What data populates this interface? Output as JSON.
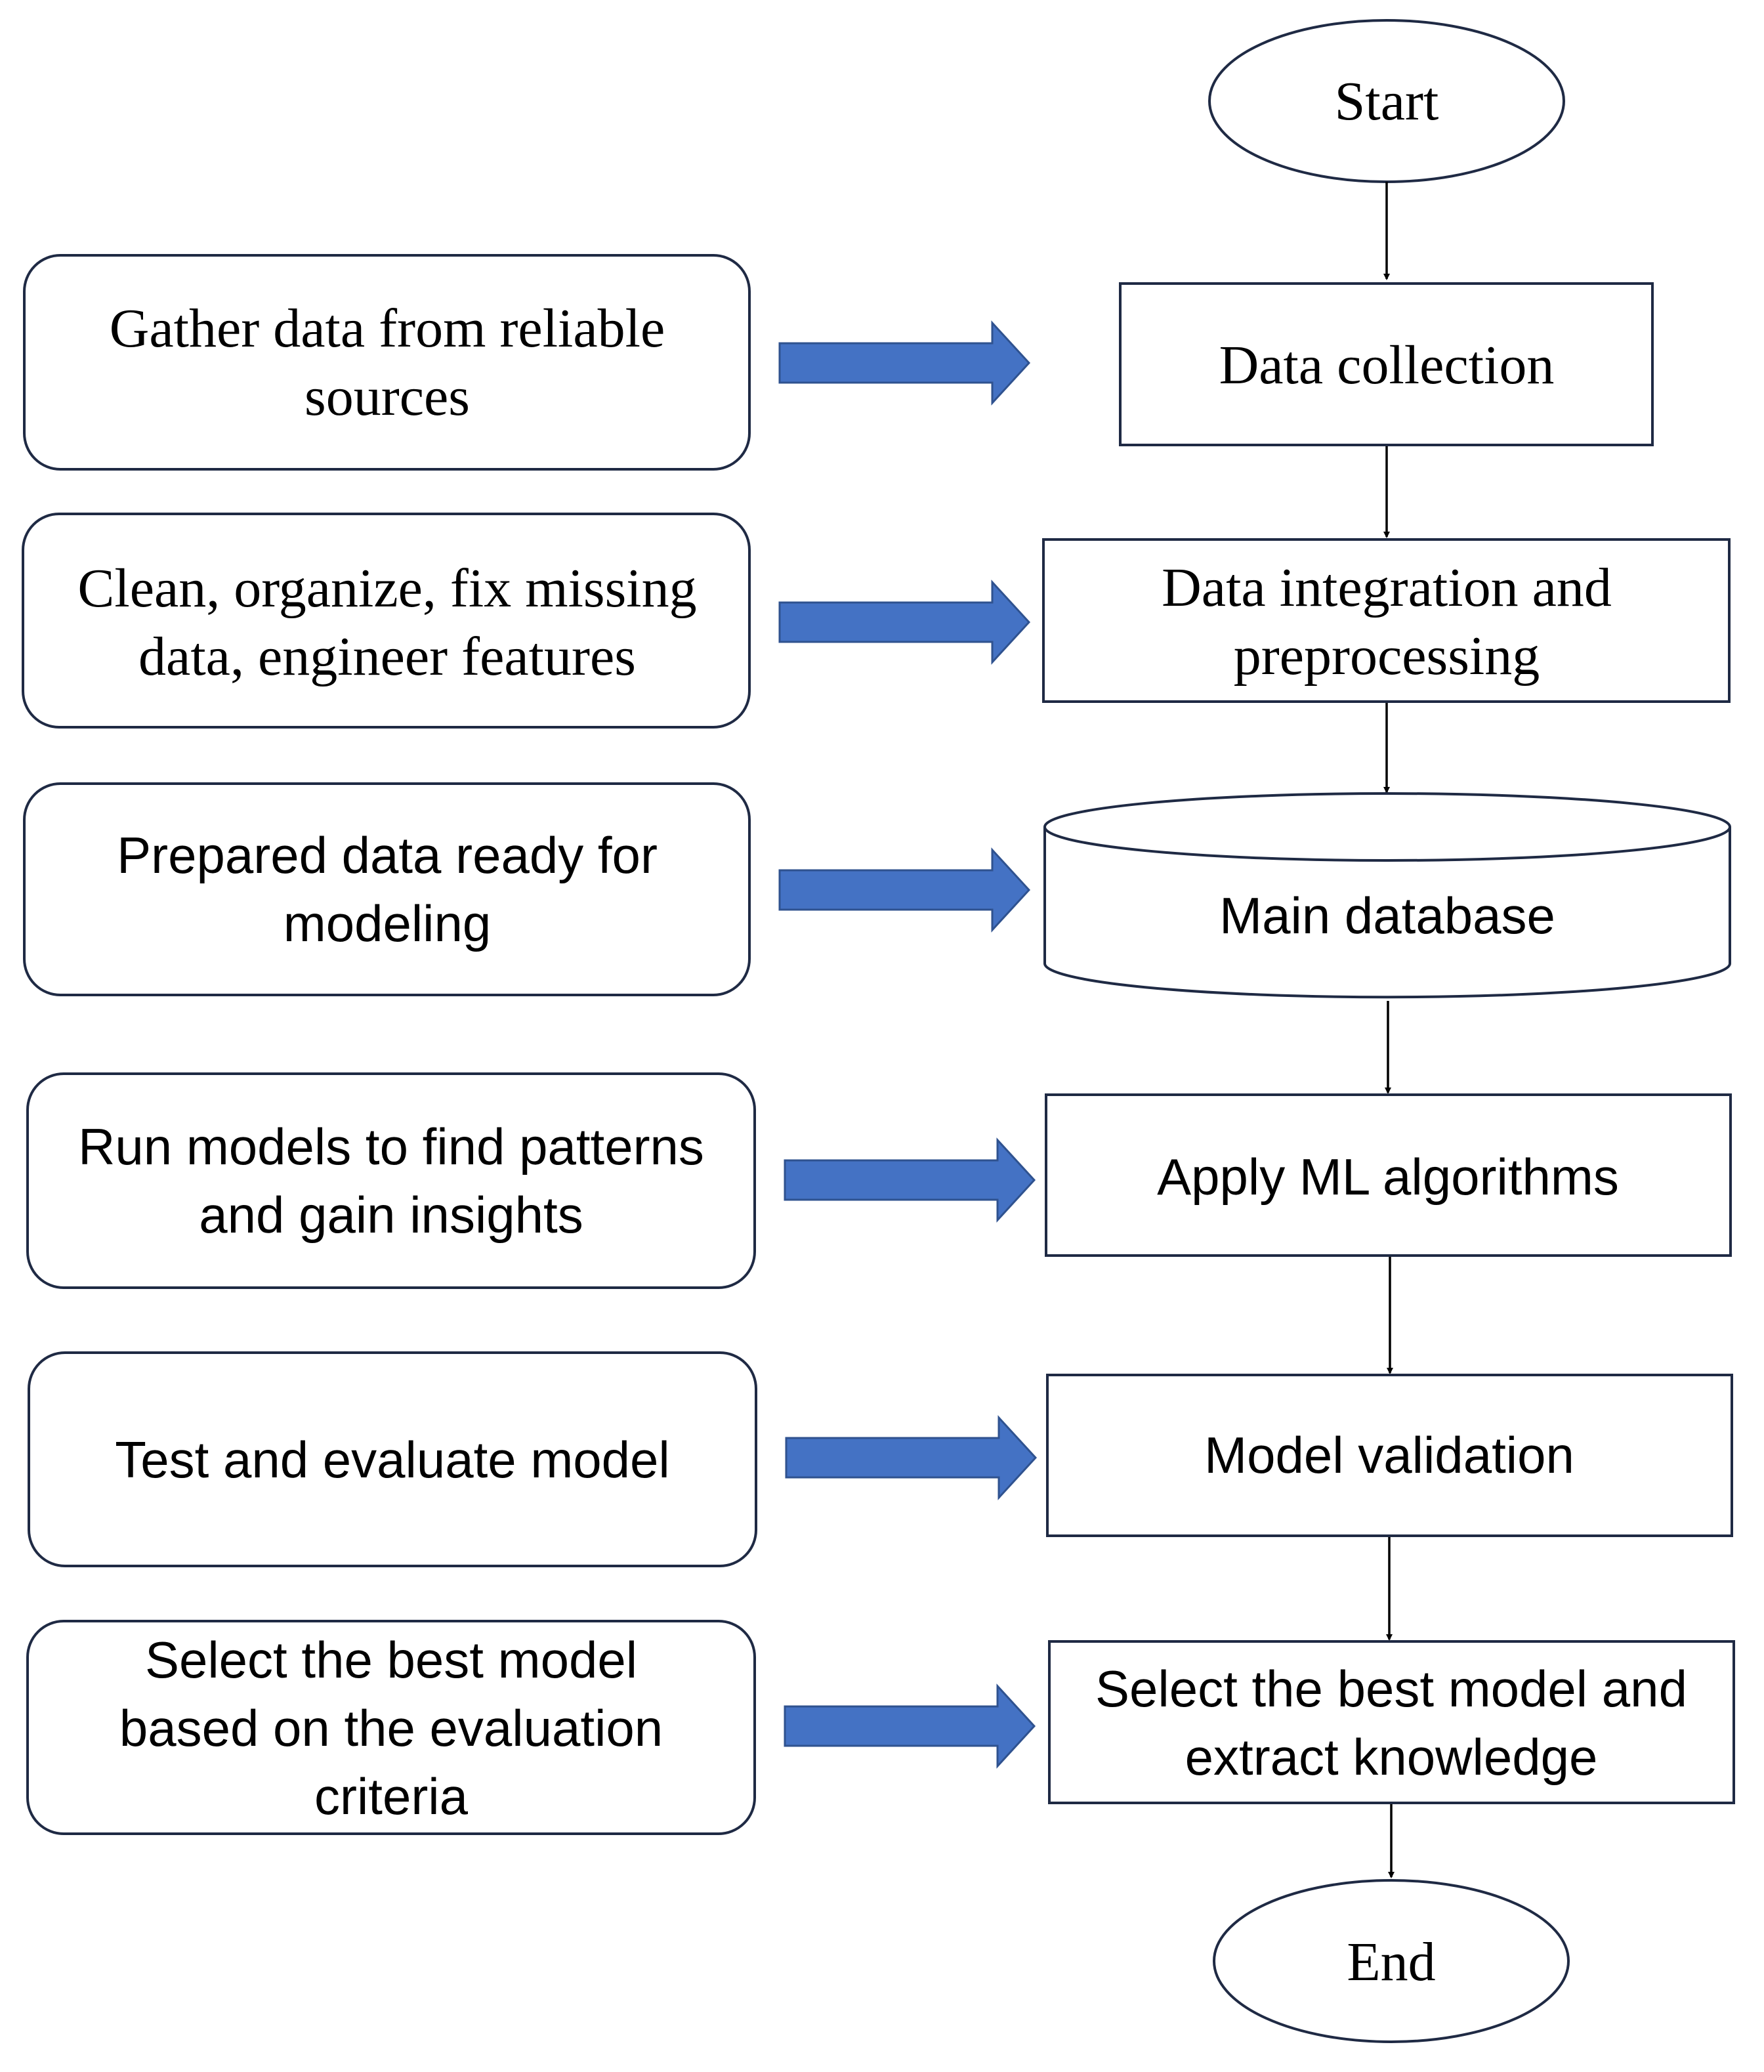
{
  "colors": {
    "outline": "#1f2a44",
    "arrow_fill": "#4472c4",
    "arrow_stroke": "#2f528f",
    "connector": "#000000",
    "background": "#ffffff"
  },
  "flow": {
    "start": "Start",
    "end": "End",
    "steps": [
      {
        "label_lines": [
          "Data collection"
        ]
      },
      {
        "label_lines": [
          "Data integration and",
          "preprocessing"
        ]
      },
      {
        "label_lines": [
          "Main database"
        ]
      },
      {
        "label_lines": [
          "Apply ML algorithms"
        ]
      },
      {
        "label_lines": [
          "Model validation"
        ]
      },
      {
        "label_lines": [
          "Select the best model and",
          "extract knowledge"
        ]
      }
    ]
  },
  "descriptions": [
    {
      "label_lines": [
        "Gather data from reliable",
        "sources"
      ]
    },
    {
      "label_lines": [
        "Clean, organize, fix missing",
        "data, engineer features"
      ]
    },
    {
      "label_lines": [
        "Prepared data ready for",
        "modeling"
      ]
    },
    {
      "label_lines": [
        "Run models to find patterns",
        "and gain insights"
      ]
    },
    {
      "label_lines": [
        "Test and evaluate model"
      ]
    },
    {
      "label_lines": [
        "Select the best model",
        "based on the evaluation",
        "criteria"
      ]
    }
  ]
}
